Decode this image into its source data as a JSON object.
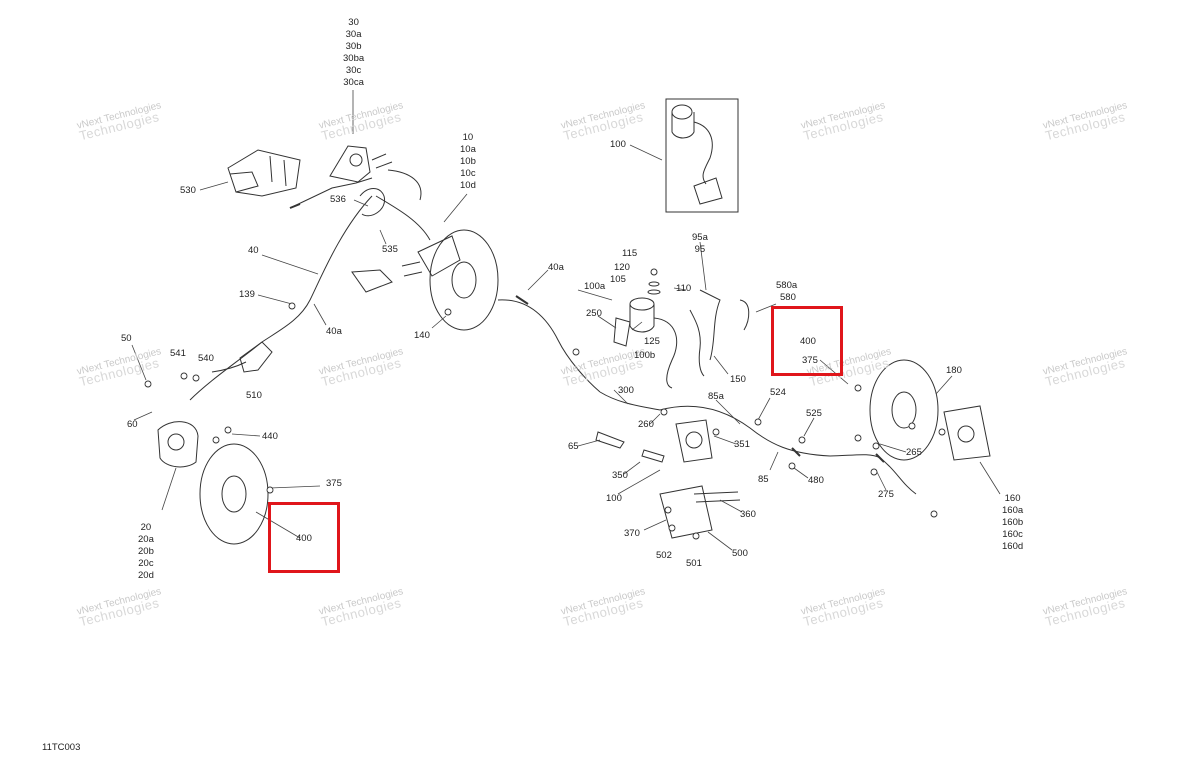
{
  "diagram_code": "11TC003",
  "highlight_color": "#e0161b",
  "watermark": {
    "line1": "vNext Technologies",
    "line2": "Technologies"
  },
  "labels": {
    "l530": "530",
    "l536": "536",
    "l535": "535",
    "l40": "40",
    "l139": "139",
    "l40a_left": "40a",
    "l40a_right": "40a",
    "l50": "50",
    "l541": "541",
    "l540": "540",
    "l510": "510",
    "l60": "60",
    "l440": "440",
    "l140": "140",
    "l375_left": "375",
    "l400_left": "400",
    "l100_box": "100",
    "l115": "115",
    "l120": "120",
    "l105": "105",
    "l110": "110",
    "l100a": "100a",
    "l250": "250",
    "l125": "125",
    "l100b": "100b",
    "l150": "150",
    "l300": "300",
    "l260": "260",
    "l65": "65",
    "l350": "350",
    "l100_low": "100",
    "l85a": "85a",
    "l351": "351",
    "l524": "524",
    "l525": "525",
    "l85": "85",
    "l480": "480",
    "l265": "265",
    "l275": "275",
    "l180": "180",
    "l360": "360",
    "l370": "370",
    "l500": "500",
    "l502": "502",
    "l501": "501",
    "l400_right": "400",
    "l375_right": "375",
    "l580a": "580a",
    "l580": "580"
  },
  "stacks": {
    "s30": [
      "30",
      "30a",
      "30b",
      "30ba",
      "30c",
      "30ca"
    ],
    "s10": [
      "10",
      "10a",
      "10b",
      "10c",
      "10d"
    ],
    "s95": [
      "95a",
      "95"
    ],
    "s20": [
      "20",
      "20a",
      "20b",
      "20c",
      "20d"
    ],
    "s160": [
      "160",
      "160a",
      "160b",
      "160c",
      "160d"
    ]
  }
}
